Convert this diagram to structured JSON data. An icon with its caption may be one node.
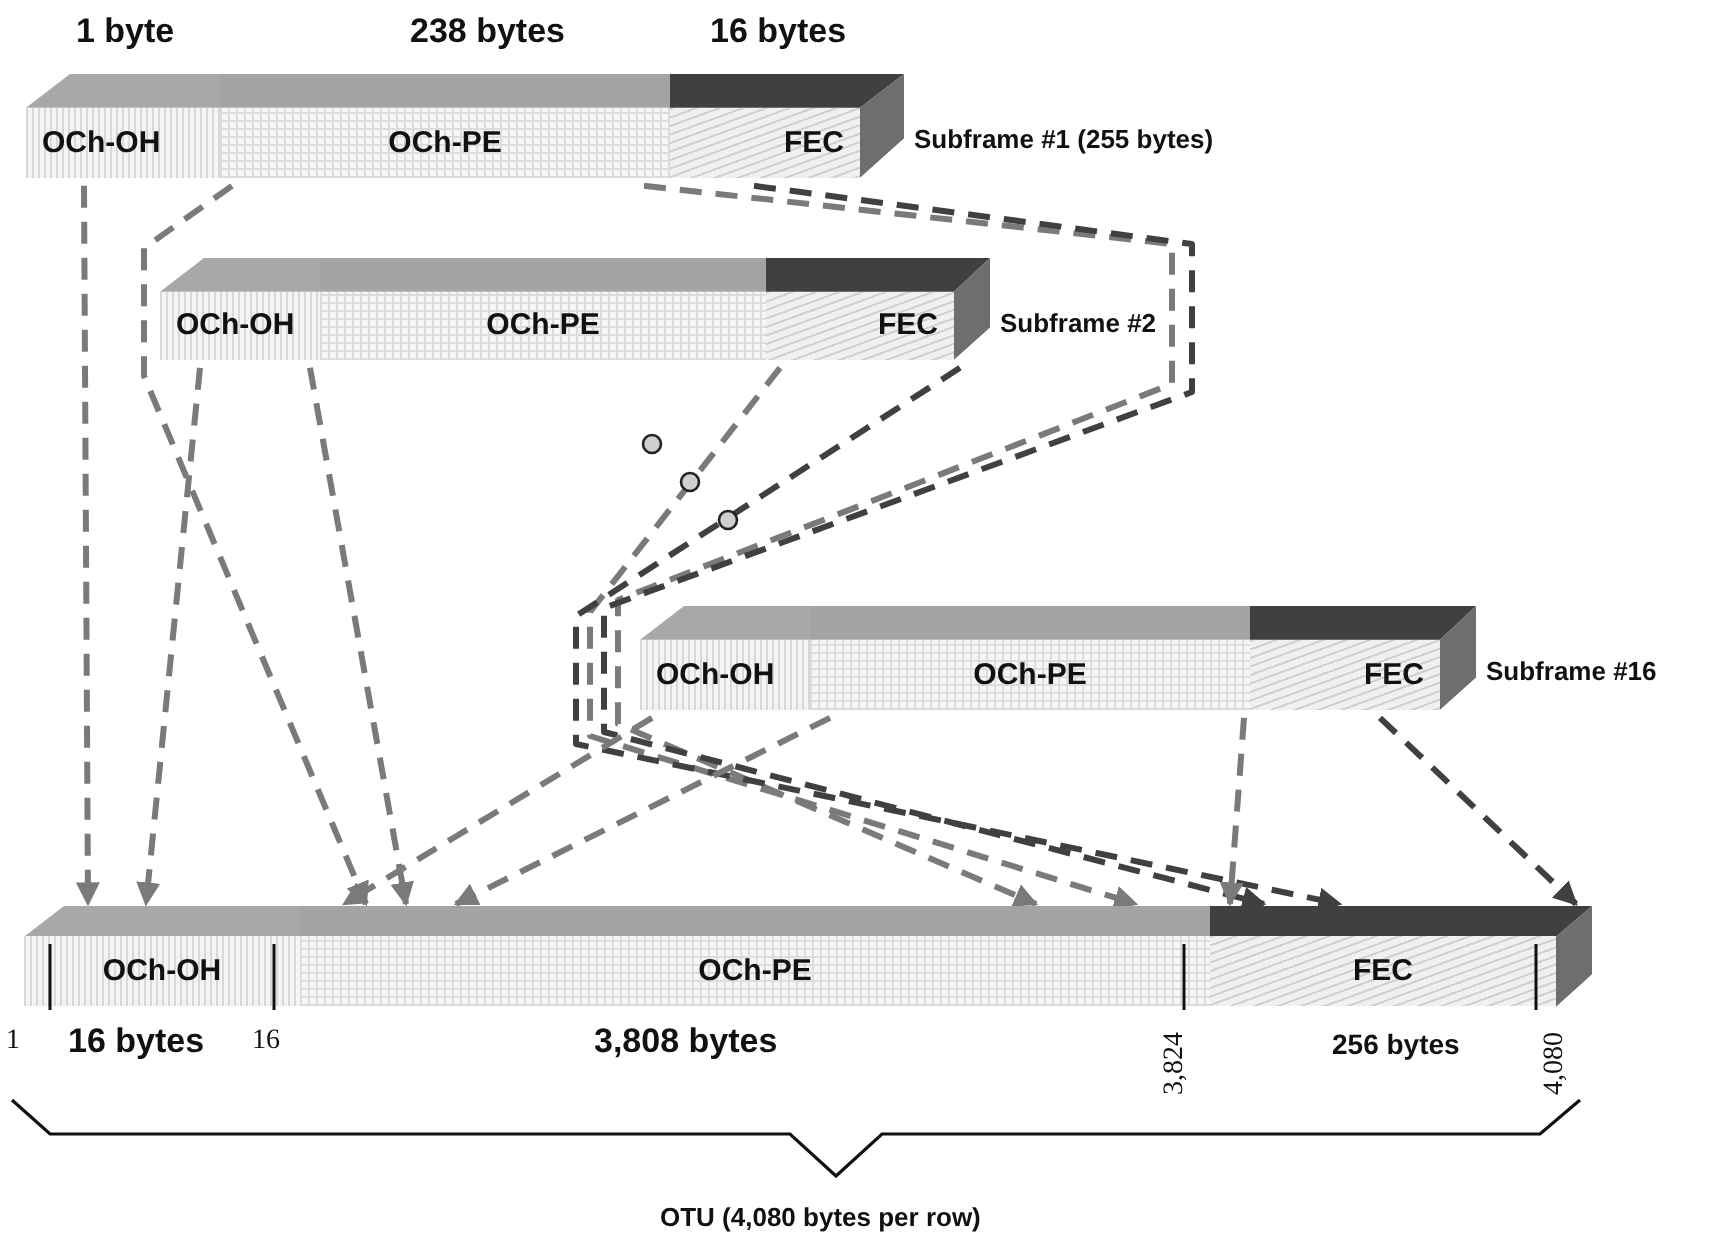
{
  "diagram": {
    "nodes": [
      {
        "text": [
          "OCh-OH"
        ]
      },
      {
        "text": [
          "OCh-PE"
        ]
      },
      {
        "text": [
          "FEC"
        ],
        "beside": [
          "Subframe #1 (255 bytes)"
        ]
      },
      {
        "text": [
          "OCh-OH"
        ]
      },
      {
        "text": [
          "OCh-PE"
        ]
      },
      {
        "text": [
          "FEC"
        ],
        "beside": [
          "Subframe #2"
        ]
      },
      {
        "text": [
          "OCh-OH"
        ]
      },
      {
        "text": [
          "OCh-PE"
        ]
      },
      {
        "text": [
          "FEC"
        ],
        "beside": [
          "Subframe #16"
        ]
      },
      {
        "text": [
          "OCh-OH"
        ]
      },
      {
        "text": [
          "OCh-PE"
        ]
      },
      {
        "text": [
          "FEC"
        ]
      }
    ],
    "edges": [
      {
        "from": 0,
        "to": 9,
        "arrow": "to",
        "style": "dashed"
      },
      {
        "from": 1,
        "to": 10,
        "arrow": "to",
        "style": "dashed"
      },
      {
        "from": 1,
        "to": 10,
        "arrow": "to",
        "style": "dashed"
      },
      {
        "from": 2,
        "to": 11,
        "arrow": "to",
        "style": "dashed",
        "color": "#404040"
      },
      {
        "from": 3,
        "to": 9,
        "arrow": "to",
        "style": "dashed"
      },
      {
        "from": 4,
        "to": 10,
        "arrow": "to",
        "style": "dashed"
      },
      {
        "from": 4,
        "to": 10,
        "arrow": "to",
        "style": "dashed"
      },
      {
        "from": 5,
        "to": 11,
        "arrow": "to",
        "style": "dashed",
        "color": "#404040"
      },
      {
        "from": 6,
        "to": 10,
        "arrow": "to",
        "style": "dashed"
      },
      {
        "from": 7,
        "to": 10,
        "arrow": "to",
        "style": "dashed"
      },
      {
        "from": 8,
        "to": 11,
        "arrow": "to",
        "style": "dashed"
      },
      {
        "from": 8,
        "to": 11,
        "arrow": "to",
        "style": "dashed",
        "color": "#404040"
      }
    ],
    "labels": [
      "1 byte",
      "238 bytes",
      "16 bytes",
      "1",
      "16 bytes",
      "16",
      "3,808 bytes",
      "3,824",
      "256 bytes",
      "4,080",
      "OTU (4,080 bytes per row)"
    ]
  }
}
